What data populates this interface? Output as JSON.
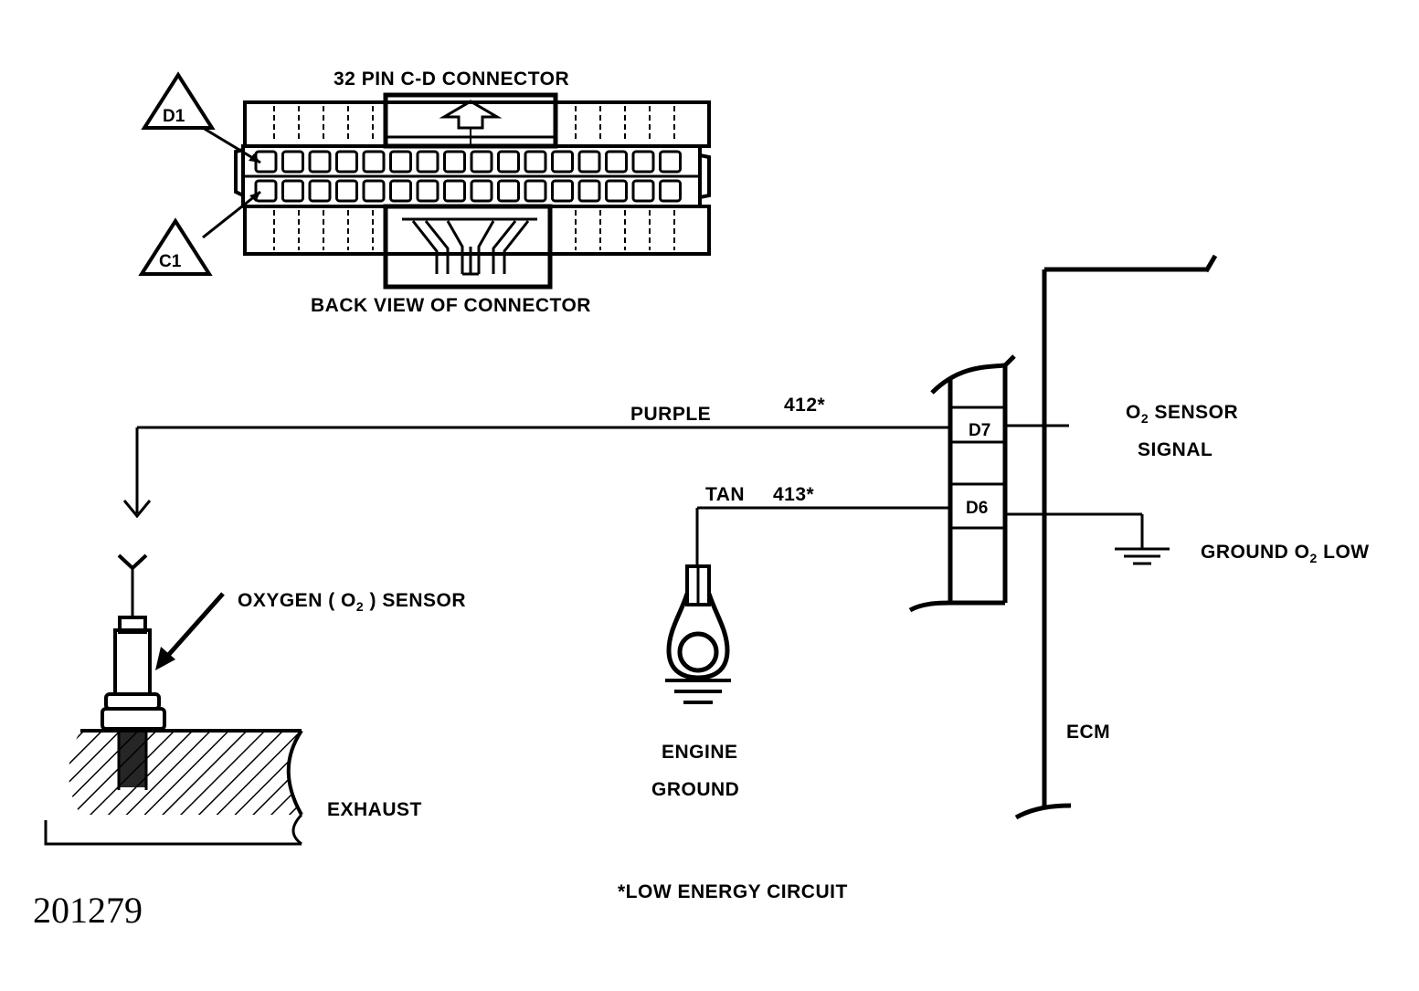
{
  "connector": {
    "title": "32 PIN C-D CONNECTOR",
    "caption": "BACK VIEW OF CONNECTOR",
    "pin_d1": "D1",
    "pin_c1": "C1"
  },
  "circuit": {
    "wire_purple_color": "PURPLE",
    "wire_purple_number": "412*",
    "wire_tan_color": "TAN",
    "wire_tan_number": "413*",
    "pin_d7": "D7",
    "pin_d6": "D6",
    "signal_line1_main": "O",
    "signal_line1_sub": "2",
    "signal_line1_rest": " SENSOR",
    "signal_line2": "SIGNAL",
    "ground_main": "GROUND O",
    "ground_sub": "2",
    "ground_rest": " LOW",
    "ecm": "ECM"
  },
  "sensor": {
    "label_main": "OXYGEN ( O",
    "label_sub": "2",
    "label_rest": " ) SENSOR",
    "exhaust": "EXHAUST"
  },
  "engine_ground": {
    "line1": "ENGINE",
    "line2": "GROUND"
  },
  "footnote": "*LOW ENERGY CIRCUIT",
  "figure_number": "201279"
}
